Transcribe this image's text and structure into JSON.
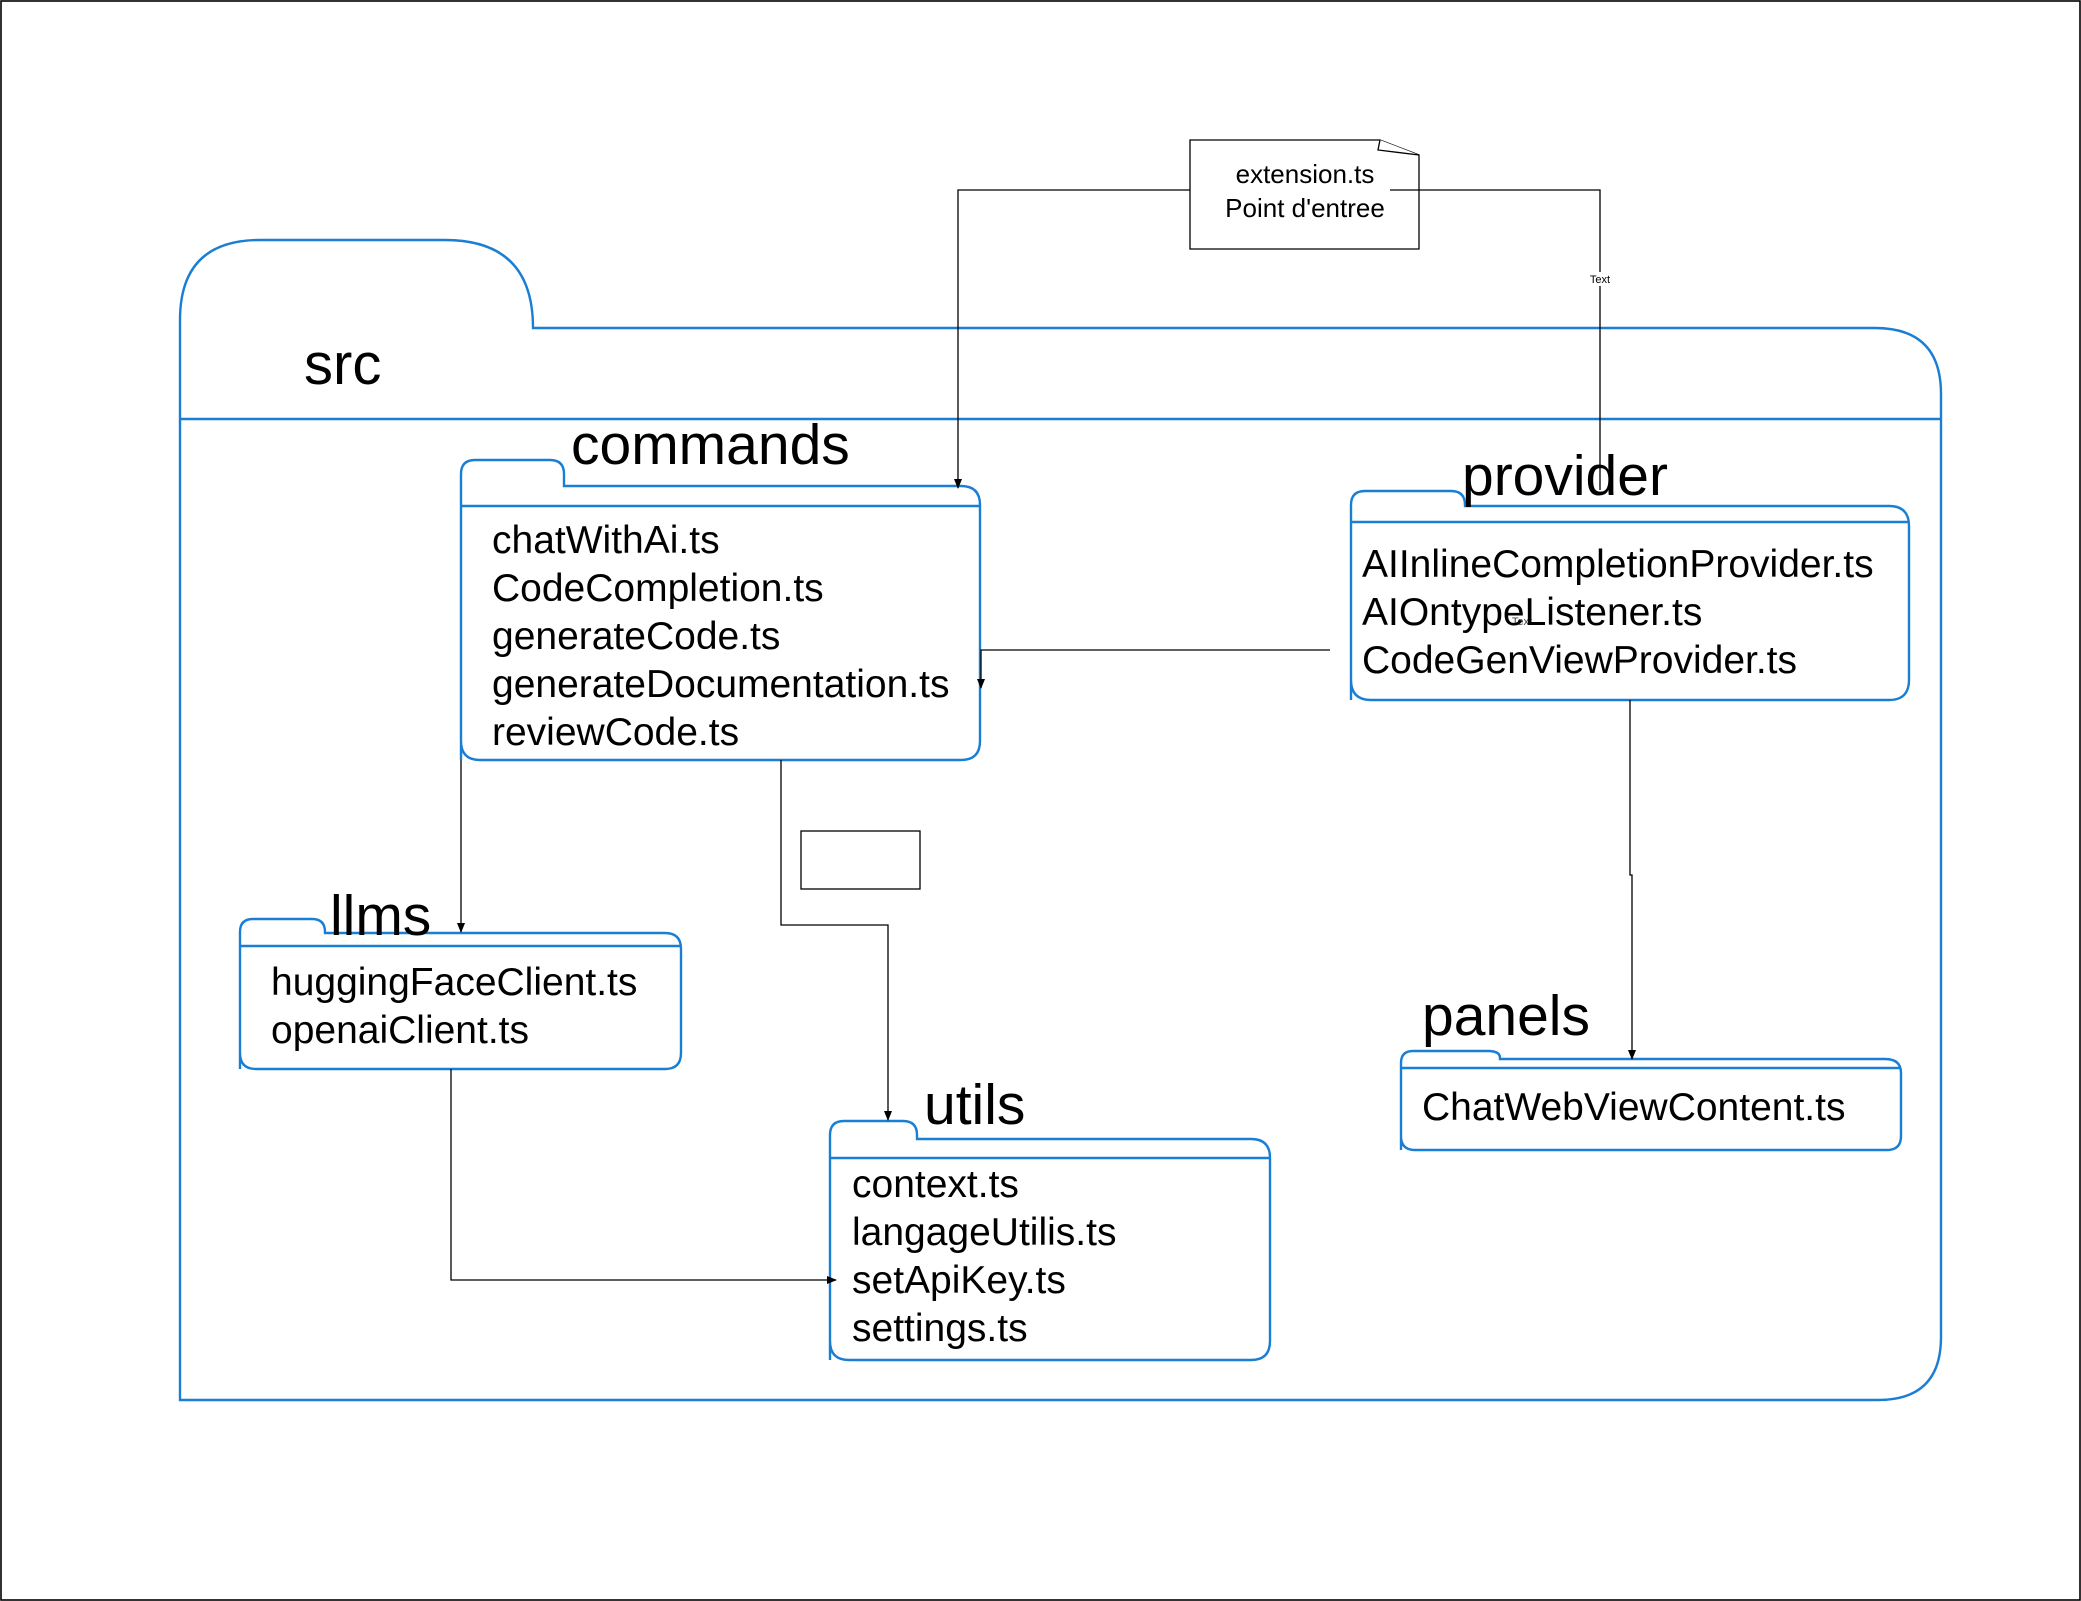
{
  "diagram": {
    "root_package": {
      "title": "src"
    },
    "entry_note": {
      "line1": "extension.ts",
      "line2": "Point d'entree"
    },
    "edge_label": "Text",
    "edge_label_overlap": "Text",
    "packages": [
      {
        "id": "commands",
        "title": "commands",
        "files": [
          "chatWithAi.ts",
          "CodeCompletion.ts",
          "generateCode.ts",
          "generateDocumentation.ts",
          "reviewCode.ts"
        ]
      },
      {
        "id": "provider",
        "title": "provider",
        "files": [
          "AIInlineCompletionProvider.ts",
          "AIOntypeListener.ts",
          "CodeGenViewProvider.ts"
        ]
      },
      {
        "id": "llms",
        "title": "llms",
        "files": [
          "huggingFaceClient.ts",
          "openaiClient.ts"
        ]
      },
      {
        "id": "utils",
        "title": "utils",
        "files": [
          "context.ts",
          "langageUtilis.ts",
          "setApiKey.ts",
          "settings.ts"
        ]
      },
      {
        "id": "panels",
        "title": "panels",
        "files": [
          "ChatWebViewContent.ts"
        ]
      }
    ],
    "colors": {
      "package_stroke": "#1a7fd4",
      "edge": "#000000",
      "background": "#ffffff"
    }
  }
}
